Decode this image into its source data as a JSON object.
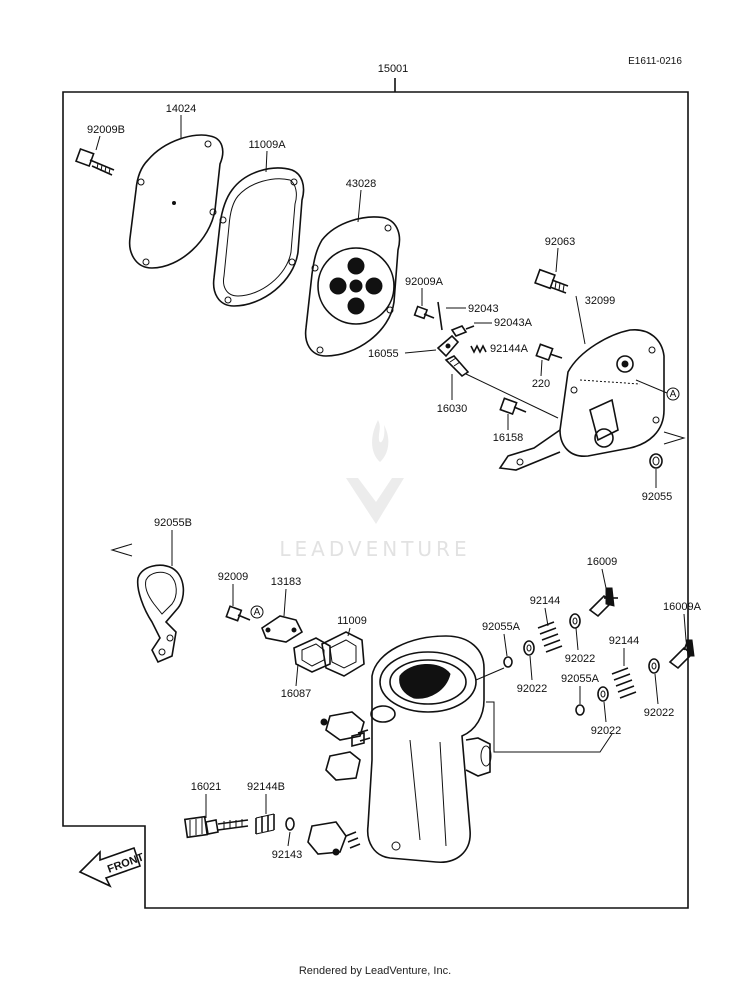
{
  "ref_code": "E1611-0216",
  "watermark": "LEADVENTURE",
  "front_label": "FRONT",
  "callout_circle": "A",
  "footer": "Rendered by LeadVenture, Inc.",
  "labels": {
    "p15001": "15001",
    "p14024": "14024",
    "p92009B": "92009B",
    "p11009A": "11009A",
    "p43028": "43028",
    "p92063": "92063",
    "p92009A": "92009A",
    "p32099": "32099",
    "p92043": "92043",
    "p92043A": "92043A",
    "p16055": "16055",
    "p92144A": "92144A",
    "p220": "220",
    "p16030": "16030",
    "p16158": "16158",
    "p92055": "92055",
    "p92055B": "92055B",
    "p92009": "92009",
    "p13183": "13183",
    "p11009": "11009",
    "p16087": "16087",
    "p16009": "16009",
    "p92144_a": "92144",
    "p92055A_a": "92055A",
    "p92022_a": "92022",
    "p92022_b": "92022",
    "p16009A": "16009A",
    "p92144_b": "92144",
    "p92055A_b": "92055A",
    "p92022_c": "92022",
    "p92022_d": "92022",
    "p16021": "16021",
    "p92144B": "92144B",
    "p92143": "92143"
  }
}
